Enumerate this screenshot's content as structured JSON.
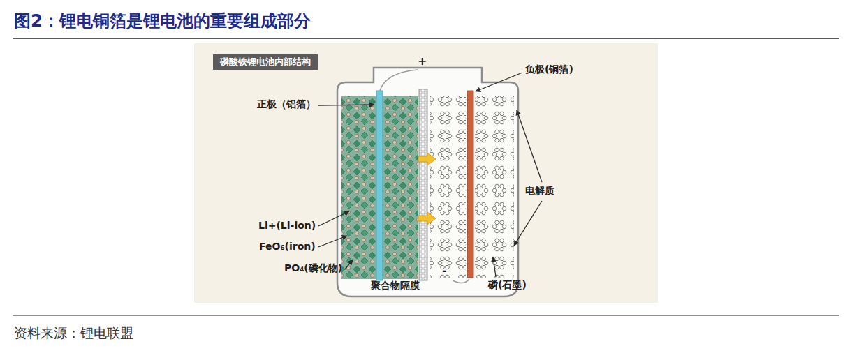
{
  "diagram": {
    "title": "图2：锂电铜箔是锂电池的重要组成部分",
    "caption": "资料来源：锂电联盟",
    "nodes": [
      {
        "text": [
          "磷酸铁锂电池内部结构"
        ]
      }
    ],
    "labels": [
      "+",
      "负极(铜箔)",
      "正极（铝箔）",
      "电解质",
      "Li+(Li-ion)",
      "FeO₆(iron)",
      "PO₄(磷化物)",
      "-",
      "聚合物隔膜",
      "磷(石墨)"
    ]
  }
}
